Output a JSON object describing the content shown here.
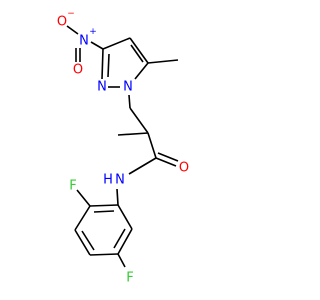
{
  "molecule": {
    "colors": {
      "bond": "#000000",
      "N": "#0000ff",
      "O": "#ff0000",
      "F": "#33cc33",
      "H": "#0000ff"
    },
    "labels": {
      "O_nitro_a": "O",
      "O_nitro_b": "O",
      "N_nitro": "N",
      "N_pyrazole_2": "N",
      "N_pyrazole_1": "N",
      "O_amide": "O",
      "N_amide": "N",
      "H_amide": "H",
      "F_ortho": "F",
      "F_para": "F"
    },
    "charges": {
      "O_nitro_a": "−",
      "N_nitro": "+"
    }
  }
}
